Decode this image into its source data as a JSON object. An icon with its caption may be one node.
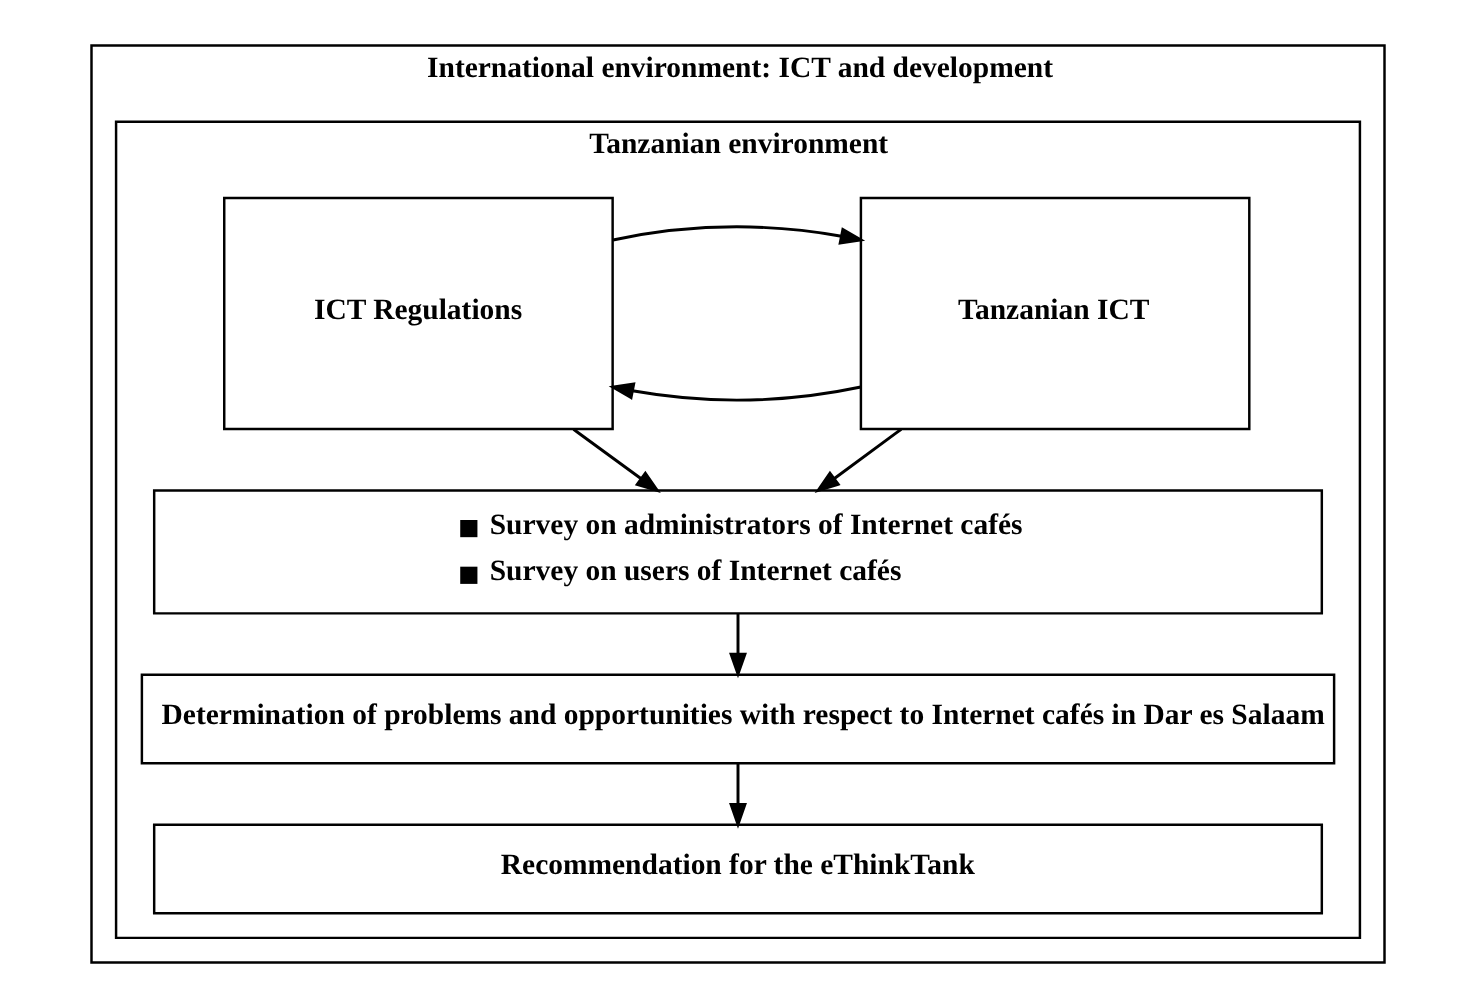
{
  "diagram": {
    "nodes": [
      {
        "text": [
          "International environment: ICT and development"
        ]
      },
      {
        "text": [
          "Tanzanian environment"
        ],
        "in": 0
      },
      {
        "text": [
          "Tanzanian ICT"
        ],
        "in": 1
      },
      {
        "text": [
          "ICT Regulations"
        ],
        "in": 1
      },
      {
        "text": [
          "Survey on administrators of Internet cafés",
          "Survey on users of Internet cafés"
        ],
        "in": 1
      },
      {
        "text": [
          "Determination of problems and opportunities with respect to Internet cafés in Dar es Salaam"
        ],
        "in": 1
      },
      {
        "text": [
          "Recommendation for the eThinkTank"
        ],
        "in": 1
      }
    ],
    "edges": [
      {
        "from": 2,
        "to": 3,
        "arrow": "to"
      },
      {
        "from": 3,
        "to": 2,
        "arrow": "to"
      },
      {
        "from": 2,
        "to": 4,
        "arrow": "to"
      },
      {
        "from": 3,
        "to": 4,
        "arrow": "to"
      },
      {
        "from": 4,
        "to": 5,
        "arrow": "to"
      },
      {
        "from": 5,
        "to": 6,
        "arrow": "to"
      }
    ]
  }
}
